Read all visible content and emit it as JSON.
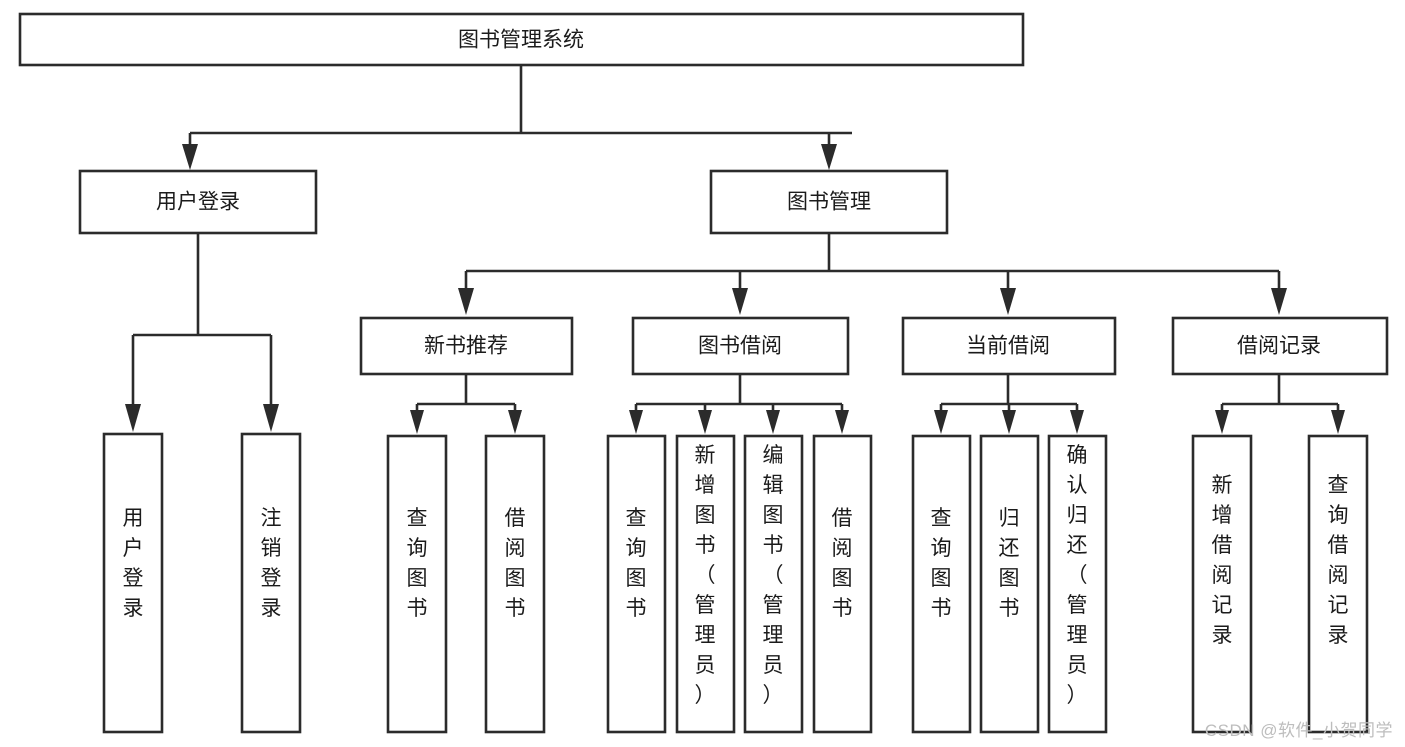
{
  "diagram": {
    "type": "tree",
    "title_node": {
      "id": "root",
      "label": "图书管理系统",
      "orientation": "horizontal"
    },
    "level2": [
      {
        "id": "user-login",
        "label": "用户登录",
        "orientation": "horizontal"
      },
      {
        "id": "book-manage",
        "label": "图书管理",
        "orientation": "horizontal"
      }
    ],
    "level3": [
      {
        "id": "new-book-rec",
        "label": "新书推荐",
        "orientation": "horizontal",
        "parent": "book-manage"
      },
      {
        "id": "book-borrow",
        "label": "图书借阅",
        "orientation": "horizontal",
        "parent": "book-manage"
      },
      {
        "id": "current-borrow",
        "label": "当前借阅",
        "orientation": "horizontal",
        "parent": "book-manage"
      },
      {
        "id": "borrow-record",
        "label": "借阅记录",
        "orientation": "horizontal",
        "parent": "book-manage"
      }
    ],
    "leaves": {
      "user_login": [
        {
          "id": "leaf-user-login",
          "label": "用户登录"
        },
        {
          "id": "leaf-logout",
          "label": "注销登录"
        }
      ],
      "new_book_rec": [
        {
          "id": "leaf-query-book-1",
          "label": "查询图书"
        },
        {
          "id": "leaf-borrow-book-1",
          "label": "借阅图书"
        }
      ],
      "book_borrow": [
        {
          "id": "leaf-query-book-2",
          "label": "查询图书"
        },
        {
          "id": "leaf-add-book",
          "label": "新增图书（管理员）"
        },
        {
          "id": "leaf-edit-book",
          "label": "编辑图书（管理员）"
        },
        {
          "id": "leaf-borrow-book-2",
          "label": "借阅图书"
        }
      ],
      "current_borrow": [
        {
          "id": "leaf-query-book-3",
          "label": "查询图书"
        },
        {
          "id": "leaf-return-book",
          "label": "归还图书"
        },
        {
          "id": "leaf-confirm-return",
          "label": "确认归还（管理员）"
        }
      ],
      "borrow_record": [
        {
          "id": "leaf-add-record",
          "label": "新增借阅记录"
        },
        {
          "id": "leaf-query-record",
          "label": "查询借阅记录"
        }
      ]
    },
    "colors": {
      "stroke": "#2b2b2b",
      "fill": "#ffffff",
      "text": "#1b1b1b",
      "watermark": "#bdbdbd",
      "background": "#ffffff"
    }
  },
  "watermark": {
    "text": "CSDN @软件_小贺同学"
  }
}
